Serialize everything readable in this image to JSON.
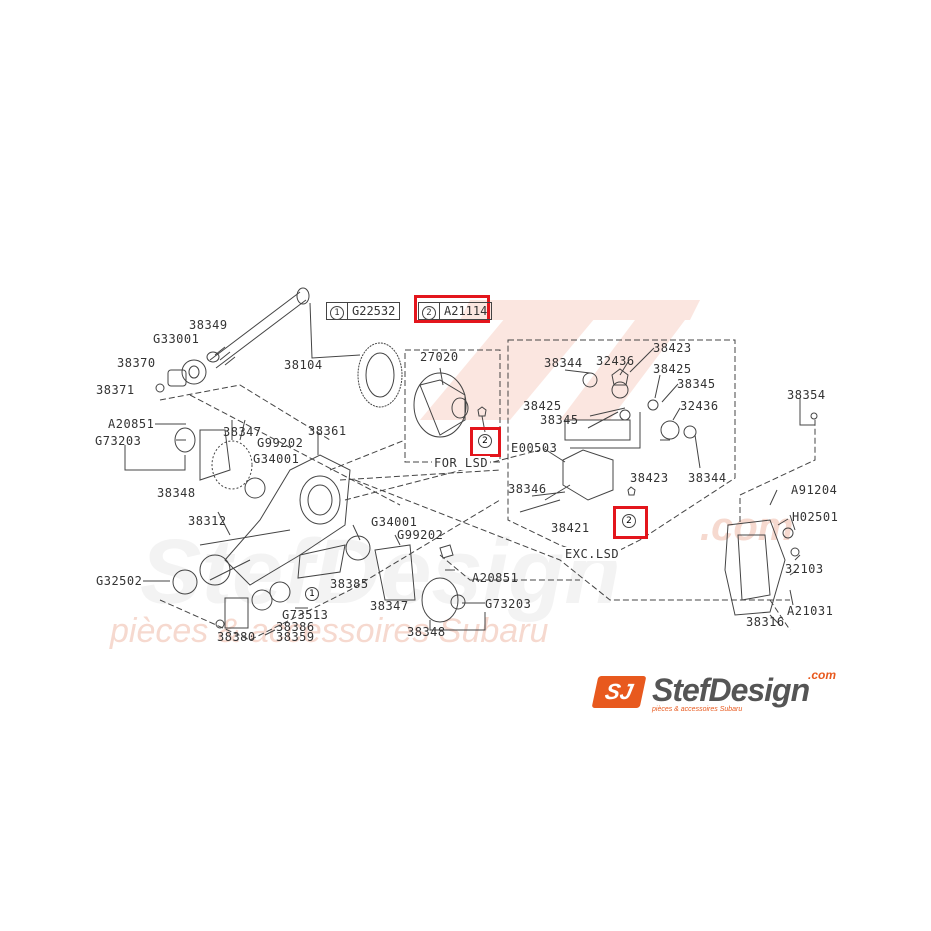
{
  "watermark": {
    "brand": "StefDesign",
    "domain": ".com",
    "tagline": "pièces & accessoires Subaru",
    "color": "#f6d9cf"
  },
  "legend": [
    {
      "num": "1",
      "code": "G22532",
      "highlighted": false
    },
    {
      "num": "2",
      "code": "A21114",
      "highlighted": true
    }
  ],
  "highlight_color": "#e3151c",
  "groups": {
    "for_lsd": "FOR LSD",
    "exc_lsd": "EXC.LSD"
  },
  "callouts": {
    "lsd_ref": "2",
    "exc_ref": "2",
    "ref_1_a": "1"
  },
  "parts": {
    "p38349": "38349",
    "p33001": "G33001",
    "p38370": "38370",
    "p38371": "38371",
    "p38104": "38104",
    "pA20851_l": "A20851",
    "pG73203_l": "G73203",
    "p38347_l": "38347",
    "pG99202_l": "G99202",
    "pG34001_l": "G34001",
    "p38361": "38361",
    "p38348_l": "38348",
    "p38312": "38312",
    "pG32502": "G32502",
    "pG34001_r": "G34001",
    "pG99202_r": "G99202",
    "p38385": "38385",
    "pA20851_r": "A20851",
    "pG73513": "G73513",
    "p38347_r": "38347",
    "pG73203_r": "G73203",
    "p38386": "38386",
    "p38359": "38359",
    "p38380": "38380",
    "p38348_r": "38348",
    "p27020": "27020",
    "p38344_a": "38344",
    "p32436_a": "32436",
    "p38423_a": "38423",
    "p38425_a": "38425",
    "p38345_a": "38345",
    "p38425_b": "38425",
    "p32436_b": "32436",
    "p38345_b": "38345",
    "pE00503": "E00503",
    "p38423_b": "38423",
    "p38344_b": "38344",
    "p38346": "38346",
    "p38421": "38421",
    "p38354": "38354",
    "pA91204": "A91204",
    "pH02501": "H02501",
    "p32103": "32103",
    "pA21031": "A21031",
    "p38316": "38316"
  },
  "logo": {
    "badge": "SJ",
    "name": "StefDesign",
    "com": ".com",
    "tagline": "pièces & accessoires Subaru",
    "badge_color": "#e8591e",
    "name_color": "#555555"
  }
}
